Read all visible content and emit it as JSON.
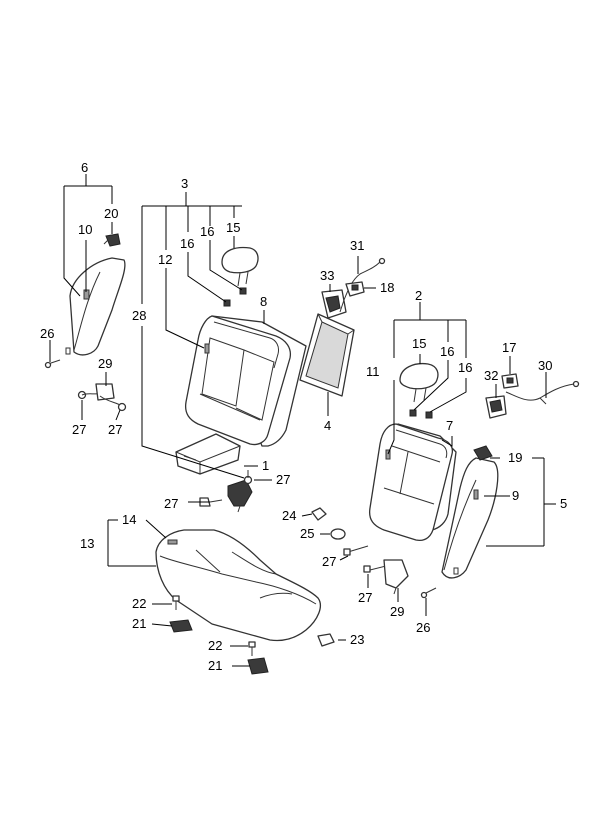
{
  "callouts": {
    "c1": "1",
    "c2": "2",
    "c3": "3",
    "c4": "4",
    "c5": "5",
    "c6": "6",
    "c7": "7",
    "c8": "8",
    "c9": "9",
    "c10": "10",
    "c11": "11",
    "c12": "12",
    "c13": "13",
    "c14": "14",
    "c15a": "15",
    "c15b": "15",
    "c16a": "16",
    "c16b": "16",
    "c16c": "16",
    "c16d": "16",
    "c17": "17",
    "c18": "18",
    "c19": "19",
    "c20": "20",
    "c21a": "21",
    "c21b": "21",
    "c22a": "22",
    "c22b": "22",
    "c23": "23",
    "c24": "24",
    "c25": "25",
    "c26a": "26",
    "c26b": "26",
    "c27a": "27",
    "c27b": "27",
    "c27c": "27",
    "c27d": "27",
    "c27e": "27",
    "c27f": "27",
    "c28": "28",
    "c29a": "29",
    "c29b": "29",
    "c30": "30",
    "c31": "31",
    "c32": "32",
    "c33": "33"
  }
}
